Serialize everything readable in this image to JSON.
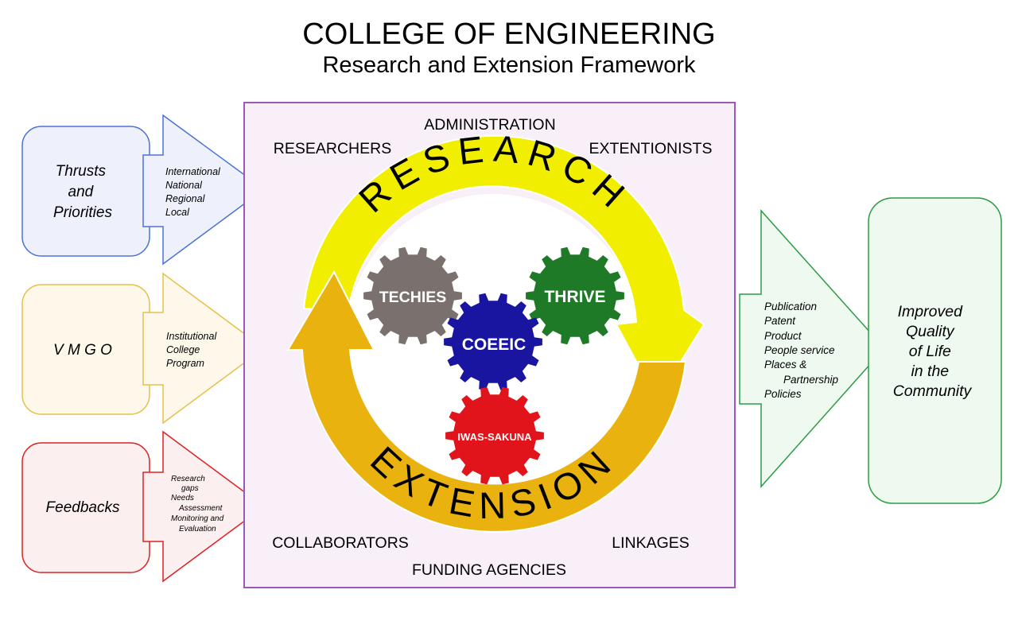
{
  "title": "COLLEGE OF ENGINEERING",
  "subtitle": "Research and Extension Framework",
  "inputs": [
    {
      "label_lines": [
        "Thrusts",
        "and",
        "Priorities"
      ],
      "items": [
        "International",
        "National",
        "Regional",
        "Local"
      ],
      "color": "#4a72d6",
      "fill": "#eef1fb"
    },
    {
      "label_lines": [
        "V M G O"
      ],
      "items": [
        "Institutional",
        "College",
        "Program"
      ],
      "color": "#e6c04a",
      "fill": "#fdf8ea"
    },
    {
      "label_lines": [
        "Feedbacks"
      ],
      "items": [
        "Research",
        "gaps",
        "Needs",
        "Assessment",
        "Monitoring and",
        "Evaluation"
      ],
      "color": "#e02020",
      "fill": "#fcefef"
    }
  ],
  "center": {
    "corners": {
      "administration": "ADMINISTRATION",
      "researchers": "RESEARCHERS",
      "extentionists": "EXTENTIONISTS",
      "collaborators": "COLLABORATORS",
      "linkages": "LINKAGES",
      "funding": "FUNDING AGENCIES"
    },
    "research": "RESEARCH",
    "extension": "EXTENSION",
    "gears": {
      "techies": "TECHIES",
      "thrive": "THRIVE",
      "coeeic": "COEEIC",
      "iwas": "IWAS-SAKUNA"
    },
    "border_color": "#9b59b6",
    "fill": "#f8eff8"
  },
  "outputs": {
    "items": [
      "Publication",
      "Patent",
      "Product",
      "People service",
      "Places &",
      "Partnership",
      "Policies"
    ],
    "color": "#2e9b45",
    "fill": "#eefaf0"
  },
  "result": {
    "lines": [
      "Improved",
      "Quality",
      "of Life",
      "in the",
      "Community"
    ]
  }
}
